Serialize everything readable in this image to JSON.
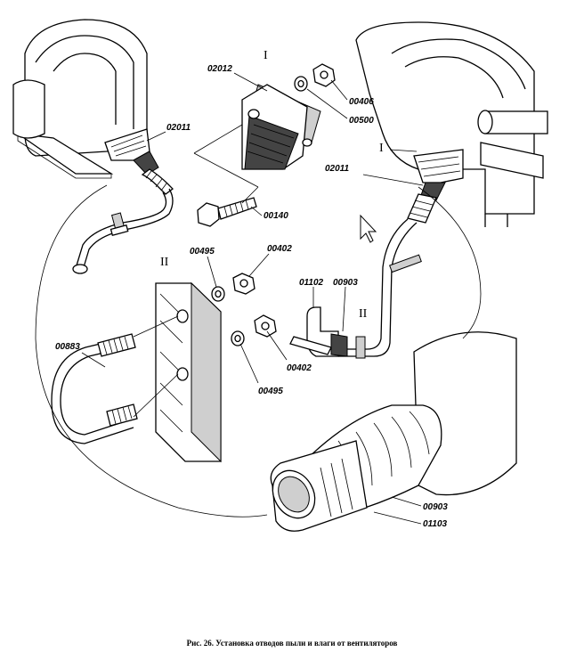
{
  "labels": {
    "p02012": "02012",
    "p00406": "00406",
    "p00500": "00500",
    "p02011_left": "02011",
    "p02011_right": "02011",
    "p00140": "00140",
    "p00495_top": "00495",
    "p00402_top": "00402",
    "p01102": "01102",
    "p00903_top": "00903",
    "p00883": "00883",
    "p00402_bottom": "00402",
    "p00495_bottom": "00495",
    "p00903_bottom": "00903",
    "p01103": "01103"
  },
  "roman": {
    "view_I_top": "I",
    "view_I_right": "I",
    "view_II_left": "II",
    "view_II_right": "II"
  },
  "caption": "Рис. 26. Установка отводов пыли и влаги от вентиляторов"
}
